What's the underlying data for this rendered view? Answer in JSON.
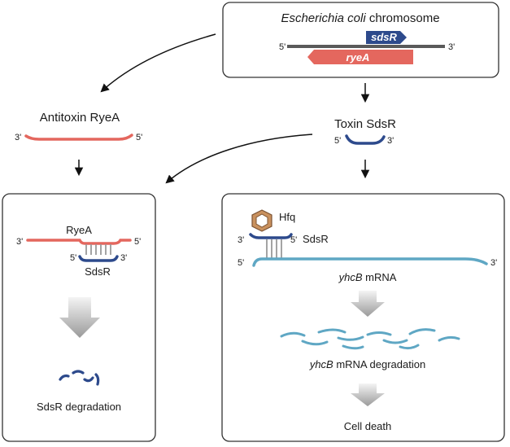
{
  "chromosome": {
    "title_italic": "Escherichia coli",
    "title_rest": " chromosome",
    "gene_sdsR": "sdsR",
    "gene_ryeA": "ryeA",
    "end_5": "5'",
    "end_3": "3'"
  },
  "antitoxin": {
    "label": "Antitoxin RyeA",
    "end_3": "3'",
    "end_5": "5'"
  },
  "toxin": {
    "label": "Toxin SdsR",
    "end_5": "5'",
    "end_3": "3'"
  },
  "left_panel": {
    "ryeA_label": "RyeA",
    "sdsR_label": "SdsR",
    "ryeA_end_3": "3'",
    "ryeA_end_5": "5'",
    "sdsR_end_5": "5'",
    "sdsR_end_3": "3'",
    "result": "SdsR degradation"
  },
  "right_panel": {
    "hfq_label": "Hfq",
    "sdsR_label": "SdsR",
    "sdsR_end_3": "3'",
    "sdsR_end_5": "5'",
    "mrna_end_5": "5'",
    "mrna_end_3": "3'",
    "mrna_italic": "yhcB",
    "mrna_rest": " mRNA",
    "degradation_italic": "yhcB",
    "degradation_rest": " mRNA degradation",
    "result": "Cell death"
  },
  "colors": {
    "ryeA": "#e4675e",
    "sdsR": "#2d4a8c",
    "mrna": "#5fa7c4",
    "chromosome_line": "#555555",
    "hfq": "#c9915e"
  }
}
